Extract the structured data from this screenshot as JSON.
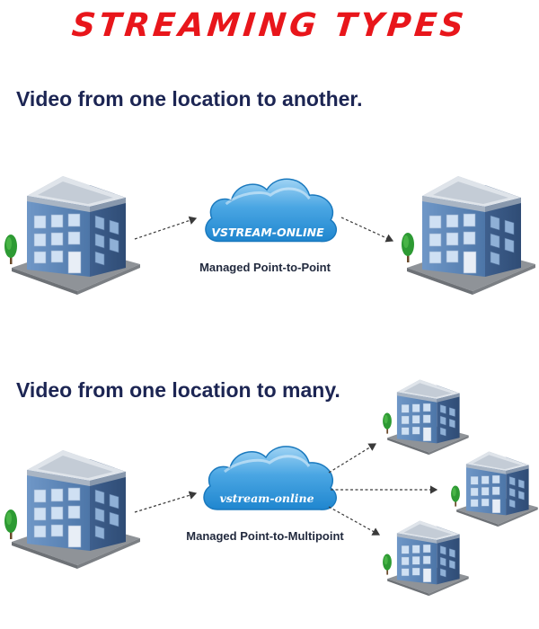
{
  "title": "STREAMING TYPES",
  "sections": [
    {
      "heading": "Video from one location to another.",
      "cloud_label": "VSTREAM-ONLINE",
      "caption": "Managed Point-to-Point"
    },
    {
      "heading": "Video from one location to many.",
      "cloud_label": "vstream-online",
      "caption": "Managed Point-to-Multipoint"
    }
  ],
  "colors": {
    "title": "#e8161b",
    "heading": "#1c2553",
    "cloud_light": "#9fd3f4",
    "cloud_dark": "#1f86cf",
    "building_blue": "#5d86b8",
    "building_dark": "#3e5f8d",
    "roof": "#d7dde5",
    "window": "#cfe0f3",
    "ground": "#8f9398",
    "tree": "#2d9a33"
  },
  "icons": [
    "building-icon",
    "cloud-icon",
    "tree-icon",
    "dashed-arrow"
  ]
}
